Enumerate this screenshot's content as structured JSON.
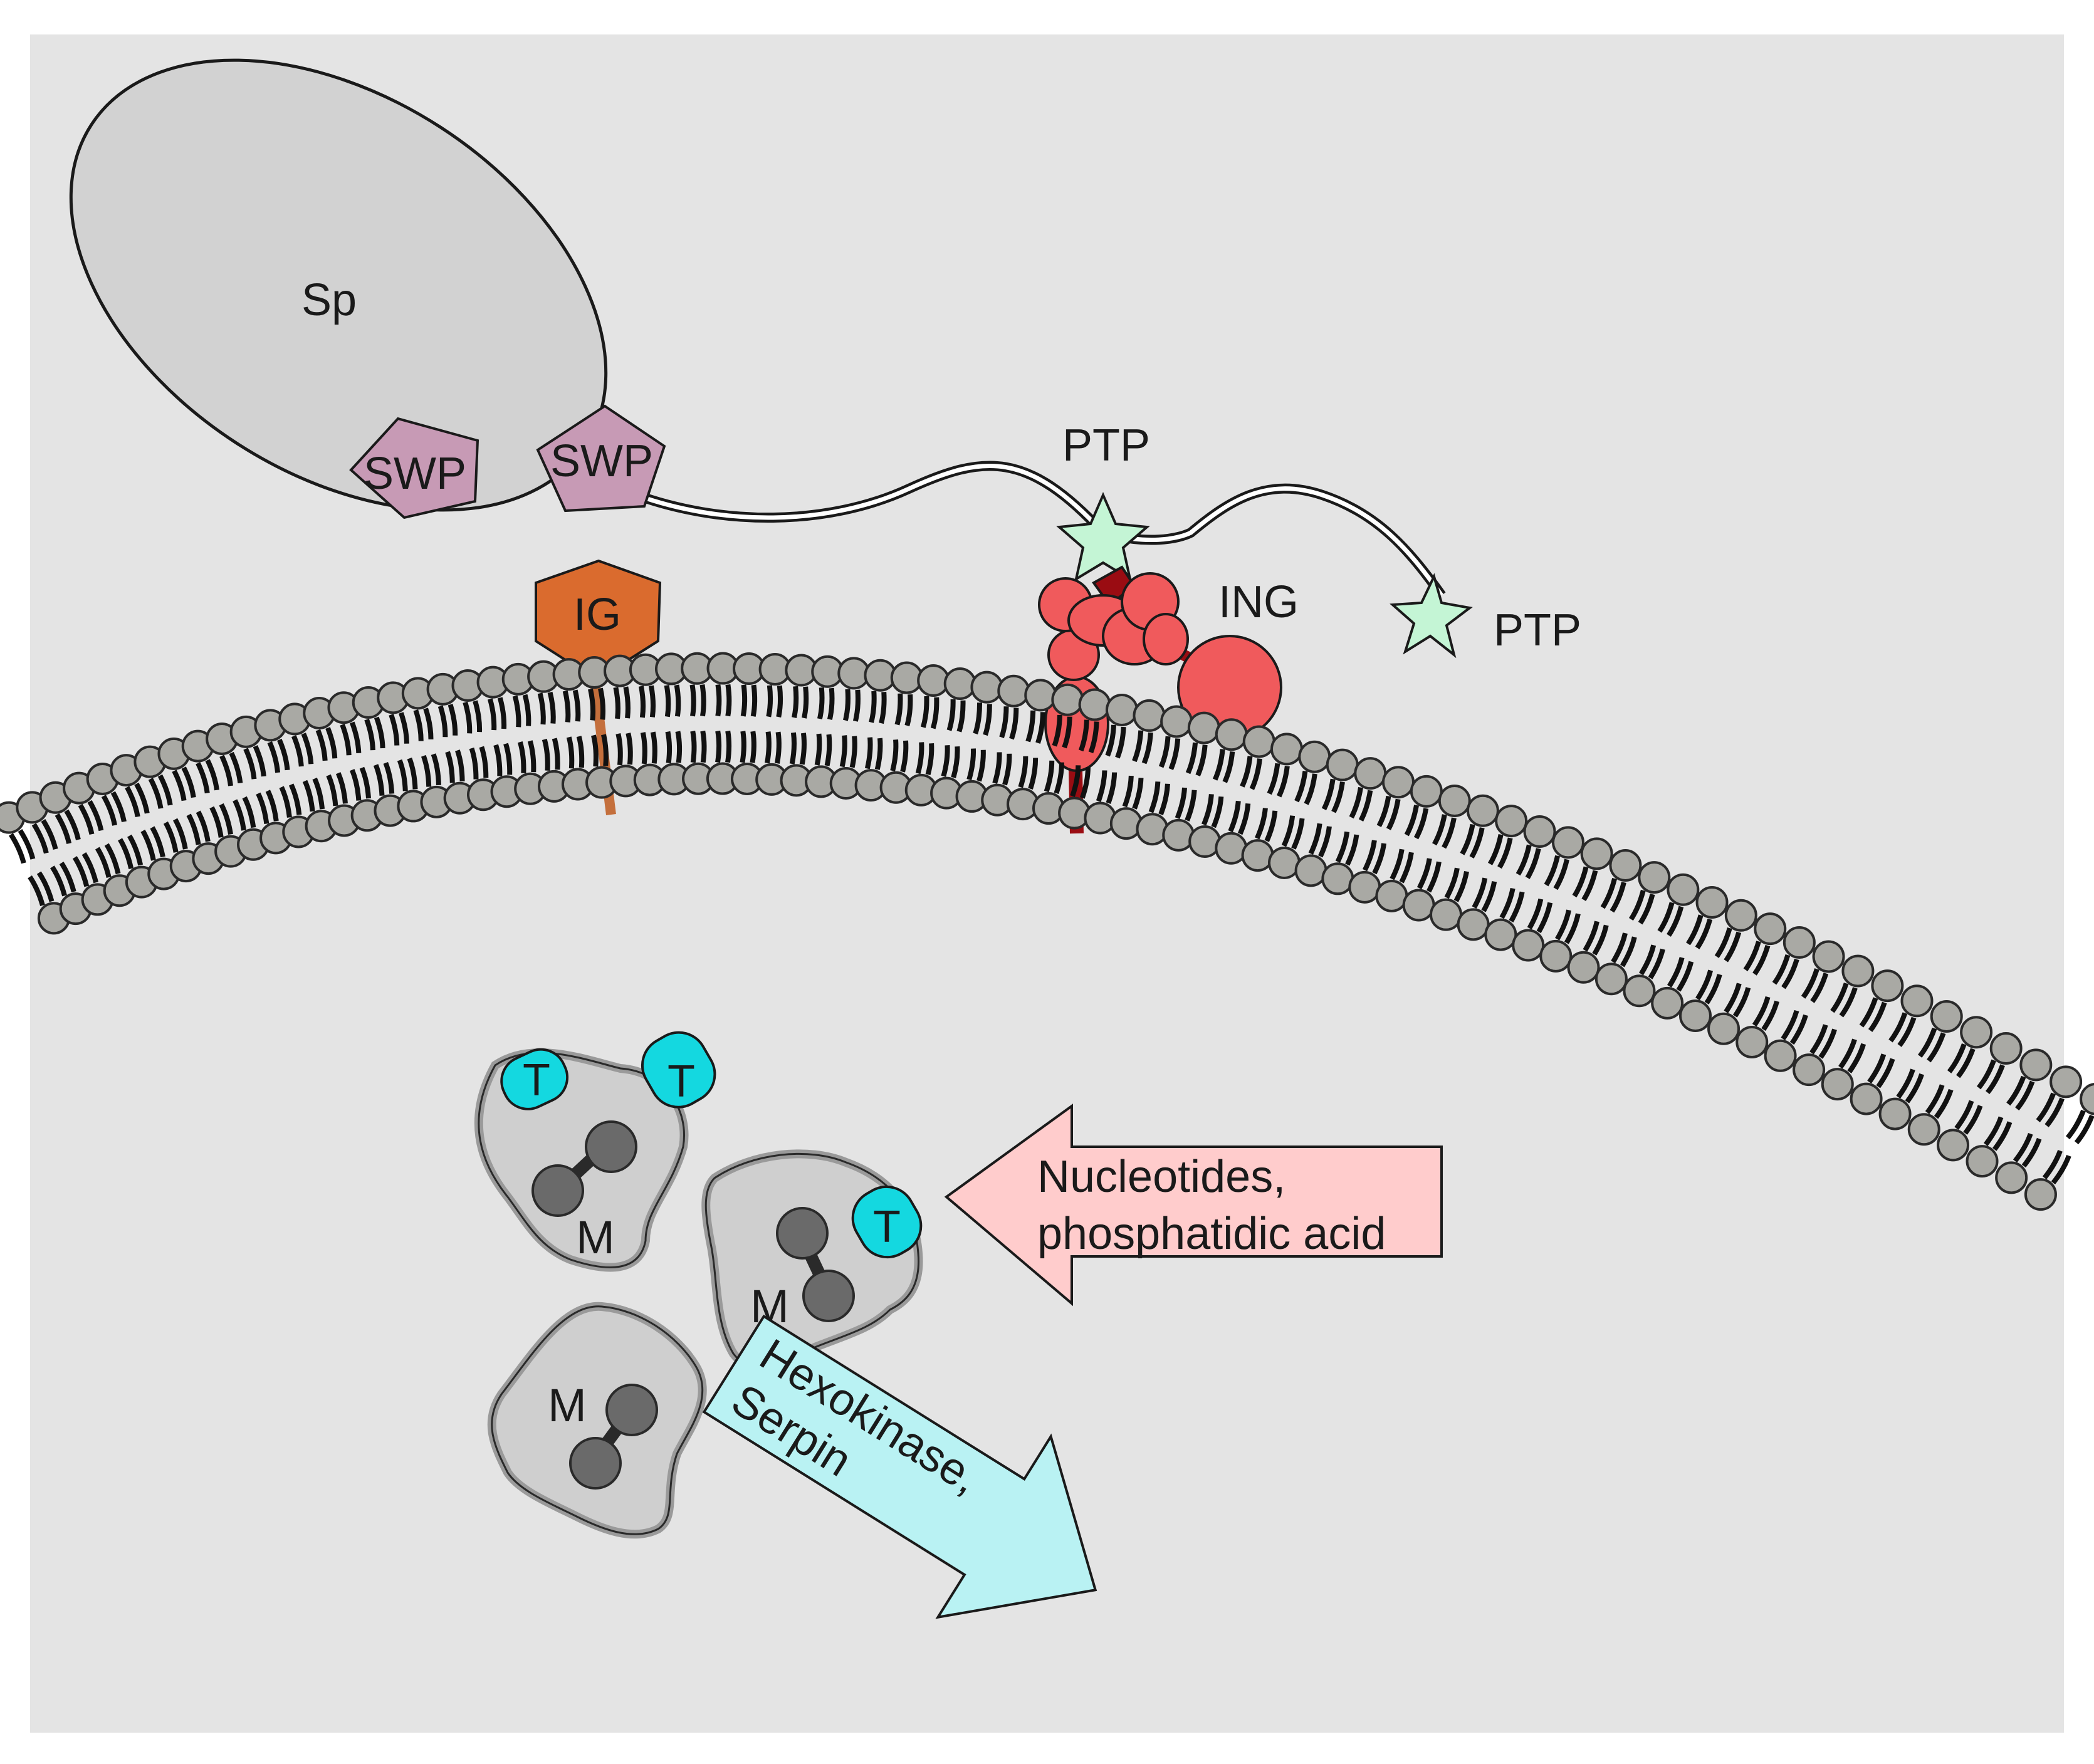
{
  "labels": {
    "sp": "Sp",
    "swp_left": "SWP",
    "swp_right": "SWP",
    "ptp_top": "PTP",
    "ptp_right": "PTP",
    "ing": "ING",
    "ig": "IG",
    "t1": "T",
    "t2": "T",
    "t3": "T",
    "m1": "M",
    "m2": "M",
    "m3": "M"
  },
  "arrows": {
    "inbound": {
      "line1": "Nucleotides,",
      "line2": "phosphatidic acid"
    },
    "outbound": {
      "line1": "Hexokinase,",
      "line2": "Serpin"
    }
  },
  "colors": {
    "background": "#e4e4e4",
    "spore": "#d2d2d2",
    "swp": "#c79ab5",
    "ptp_star": "#c4f5d5",
    "ing": "#f05a5c",
    "ing_dark": "#9a0c12",
    "ig": "#da6b2e",
    "ig_stem": "#c46f3c",
    "t_protein": "#14d8e0",
    "vesicle": "#cfcfcf",
    "m_dots": "#6a6a6a",
    "lipid_head": "#a9a9a4",
    "arrow_in": "#ffcccc",
    "arrow_out": "#b9f2f3"
  },
  "icons": {
    "ptp": "star-icon",
    "swp": "pentagon-icon",
    "ig": "pentagon-icon"
  }
}
